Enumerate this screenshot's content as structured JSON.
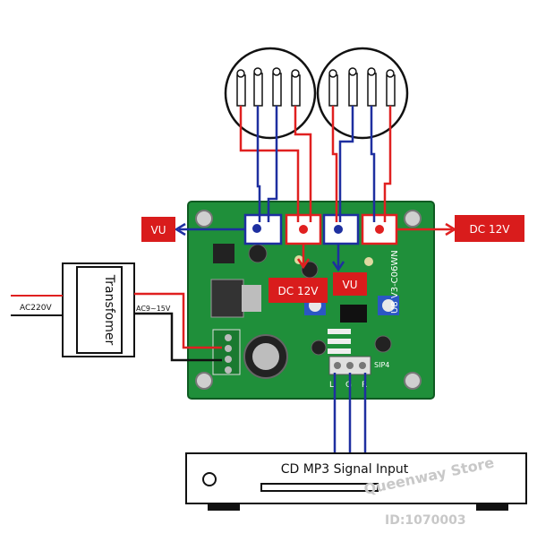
{
  "labels": {
    "vu_left": "VU",
    "vu_center": "VU",
    "dc_center": "DC 12V",
    "dc_right": "DC 12V",
    "transformer": "Transfomer",
    "ac_in": "AC220V",
    "ac_out": "AC9~15V",
    "signal_input": "CD MP3 Signal Input",
    "board_mark": "U8 V3-C06WN",
    "sip": "SIP4",
    "pin_l": "L",
    "pin_g": "G",
    "pin_r": "R"
  },
  "watermark": {
    "store": "Queenway Store",
    "id": "ID:1070003"
  },
  "colors": {
    "board": "#1f8f3a",
    "wire_red": "#e02020",
    "wire_blue": "#1e2fa0",
    "label_fill": "#d91c1c",
    "outline": "#1a1a1a"
  }
}
